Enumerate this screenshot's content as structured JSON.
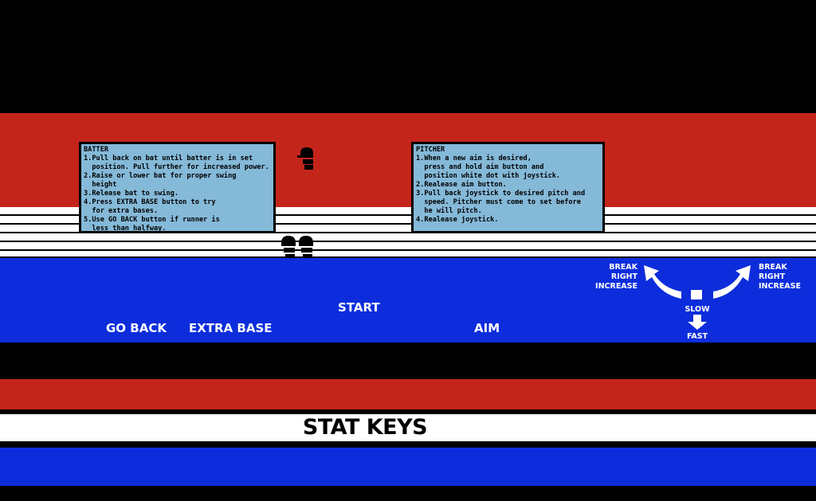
{
  "batter": {
    "title": "BATTER",
    "lines": [
      "1.Pull back on bat until batter is in set",
      "  position. Pull further for increased power.",
      "2.Raise or lower bat for proper swing",
      "  height",
      "3.Release bat to swing.",
      "4.Press EXTRA BASE button to try",
      "  for extra bases.",
      "5.Use GO BACK button if runner is",
      "  less than halfway."
    ]
  },
  "pitcher": {
    "title": "PITCHER",
    "lines": [
      "1.When a new aim is desired,",
      "  press and hold aim button and",
      "  position white dot with joystick.",
      "2.Realease aim button.",
      "3.Pull back joystick to desired pitch and",
      "  speed. Pitcher must come to set before",
      "  he will pitch.",
      "4.Realease joystick."
    ]
  },
  "controls": {
    "go_back": "GO BACK",
    "extra_base": "EXTRA BASE",
    "start": "START",
    "aim": "AIM"
  },
  "joystick_diagram": {
    "left": [
      "BREAK",
      "RIGHT",
      "INCREASE"
    ],
    "right": [
      "BREAK",
      "RIGHT",
      "INCREASE"
    ],
    "slow": "SLOW",
    "fast": "FAST"
  },
  "stat_keys": "STAT KEYS",
  "icons": [
    "batter-helmet-icon",
    "cleats-icon",
    "curved-arrow-left-icon",
    "curved-arrow-right-icon",
    "down-arrow-icon"
  ],
  "colors": {
    "red": "#c4251b",
    "blue": "#0d2ddc",
    "panel": "#85b9d8"
  }
}
